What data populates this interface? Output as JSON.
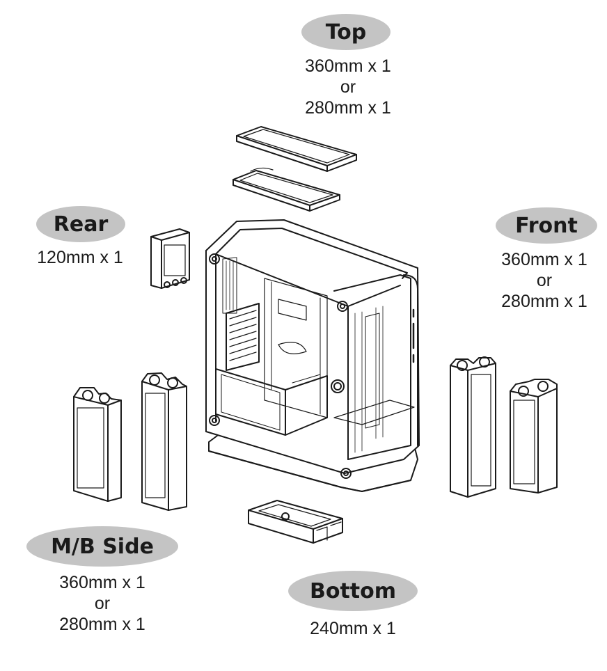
{
  "labels": {
    "top": {
      "title": "Top",
      "lines": [
        "360mm x 1",
        "or",
        "280mm x 1"
      ]
    },
    "rear": {
      "title": "Rear",
      "lines": [
        "120mm x 1"
      ]
    },
    "front": {
      "title": "Front",
      "lines": [
        "360mm x 1",
        "or",
        "280mm x 1"
      ]
    },
    "mbside": {
      "title": "M/B Side",
      "lines": [
        "360mm x 1",
        "or",
        "280mm x 1"
      ]
    },
    "bottom": {
      "title": "Bottom",
      "lines": [
        "240mm x 1"
      ]
    }
  },
  "colors": {
    "pill": "#c4c4c4",
    "line": "#1a1a1a",
    "background": "#ffffff"
  }
}
